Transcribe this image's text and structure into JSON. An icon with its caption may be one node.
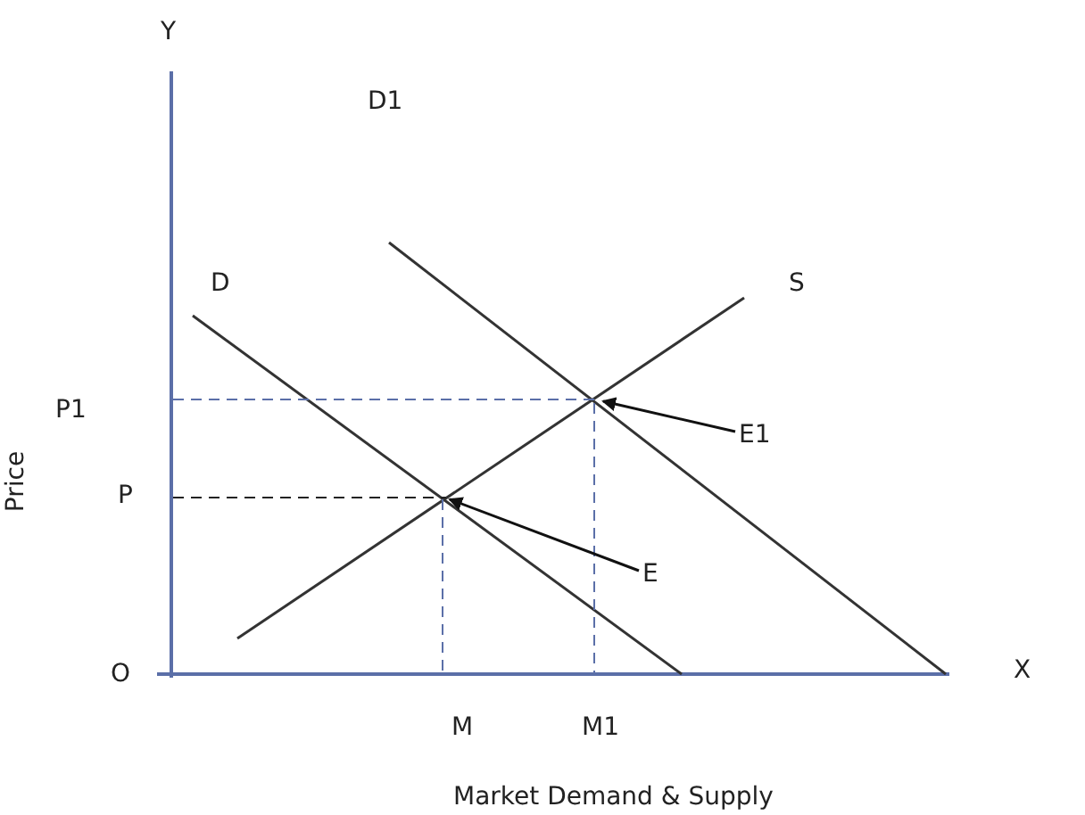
{
  "diagram": {
    "nodes": [
      {
        "text": [
          "E1"
        ]
      },
      {
        "text": [
          "E"
        ]
      }
    ],
    "edges": [
      {
        "from": 0,
        "to": null,
        "arrow": "to"
      },
      {
        "from": 1,
        "to": null,
        "arrow": "to"
      }
    ],
    "labels": [
      "Y",
      "D1",
      "D",
      "S",
      "P1",
      "Price",
      "P",
      "O",
      "X",
      "M",
      "M1",
      "Market Demand & Supply"
    ]
  }
}
